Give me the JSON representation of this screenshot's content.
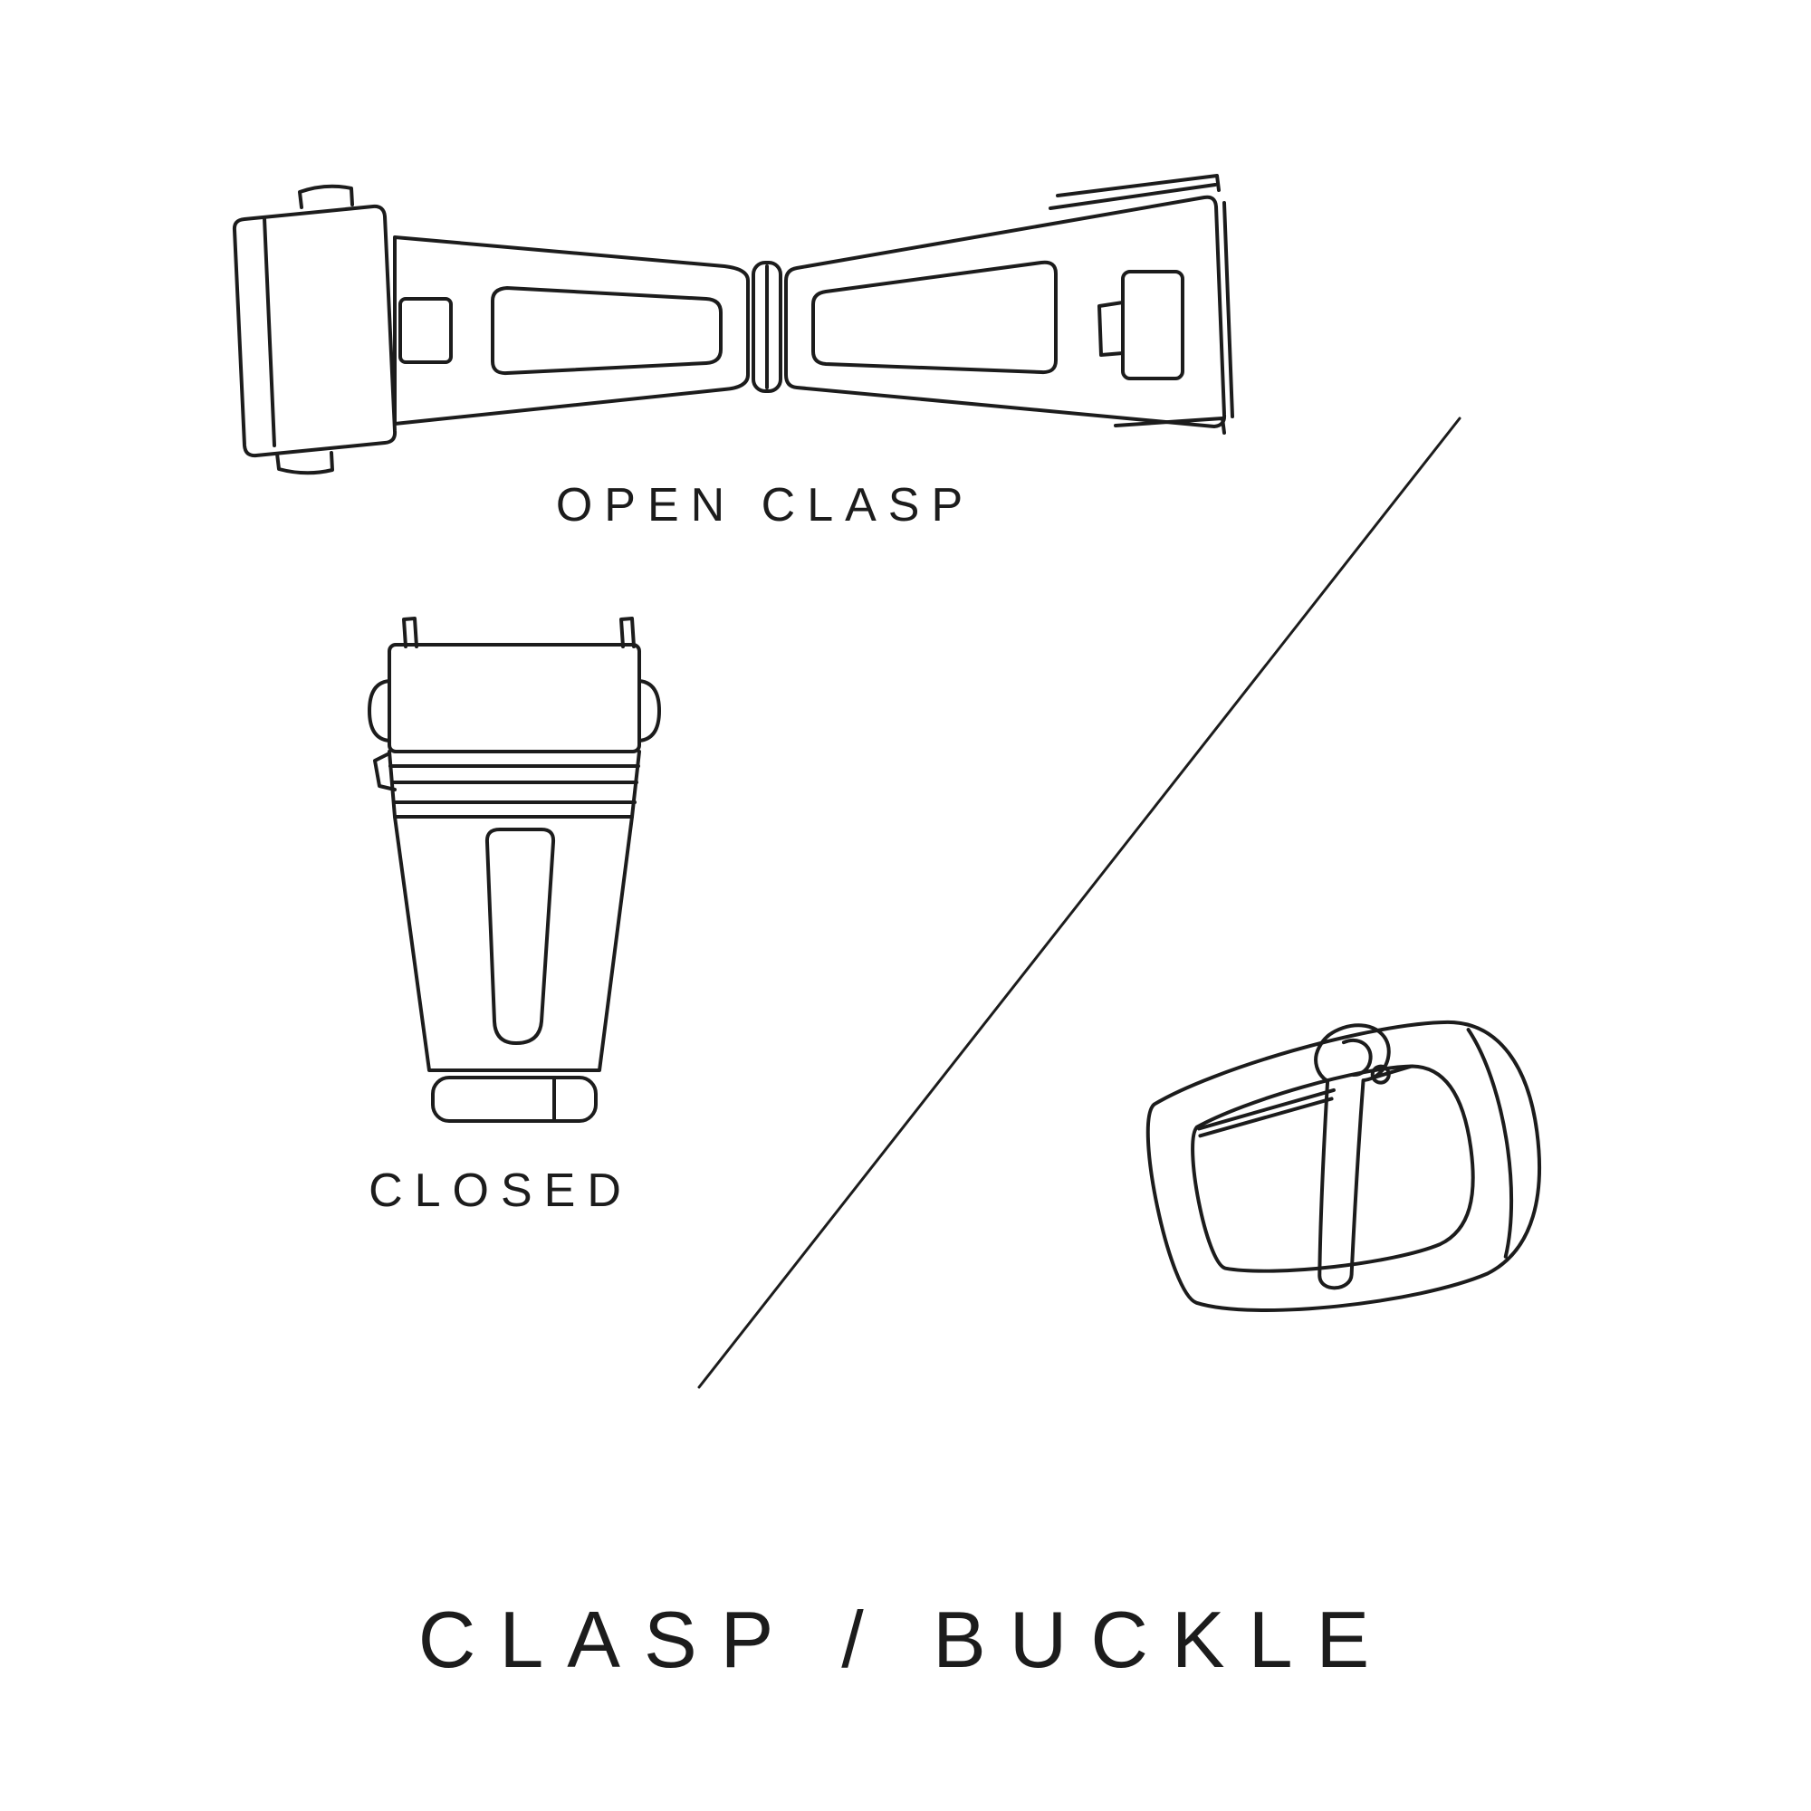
{
  "colors": {
    "background": "#ffffff",
    "ink": "#1c1c1c"
  },
  "diagram": {
    "title": "CLASP / BUCKLE",
    "figures": [
      {
        "name": "open-clasp-illustration",
        "label": "OPEN CLASP"
      },
      {
        "name": "closed-clasp-illustration",
        "label": "CLOSED"
      },
      {
        "name": "tang-buckle-illustration",
        "label": ""
      }
    ]
  }
}
